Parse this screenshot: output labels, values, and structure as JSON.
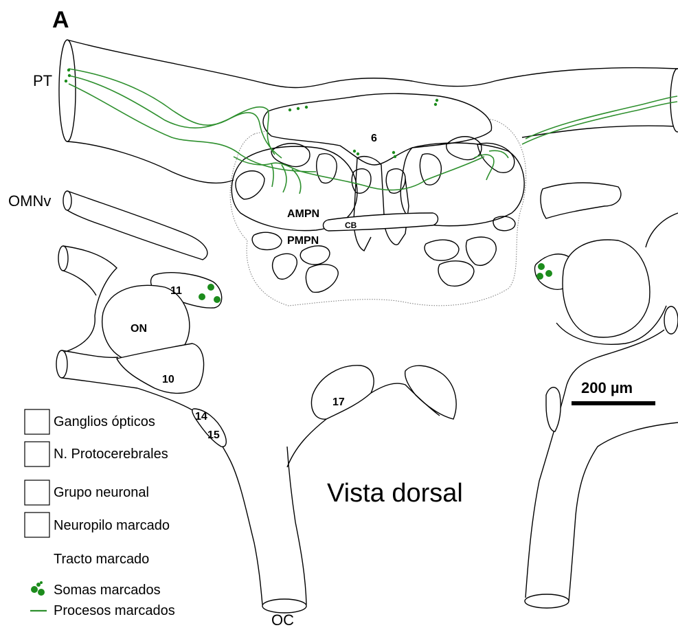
{
  "panel_label": "A",
  "view_label": "Vista dorsal",
  "scale_bar": "200 µm",
  "labels": {
    "pt": "PT",
    "omnv": "OMNv",
    "oc": "OC",
    "n6": "6",
    "ampn": "AMPN",
    "pmpn": "PMPN",
    "cb": "CB",
    "n11": "11",
    "on": "ON",
    "n10": "10",
    "n14": "14",
    "n15": "15",
    "n17": "17"
  },
  "legend": [
    "Ganglios ópticos",
    "N. Protocerebrales",
    "Grupo neuronal",
    "Neuropilo marcado",
    "Tracto marcado",
    "Somas marcados",
    "Procesos marcados"
  ],
  "colors": {
    "green": "#1c8c1c"
  }
}
